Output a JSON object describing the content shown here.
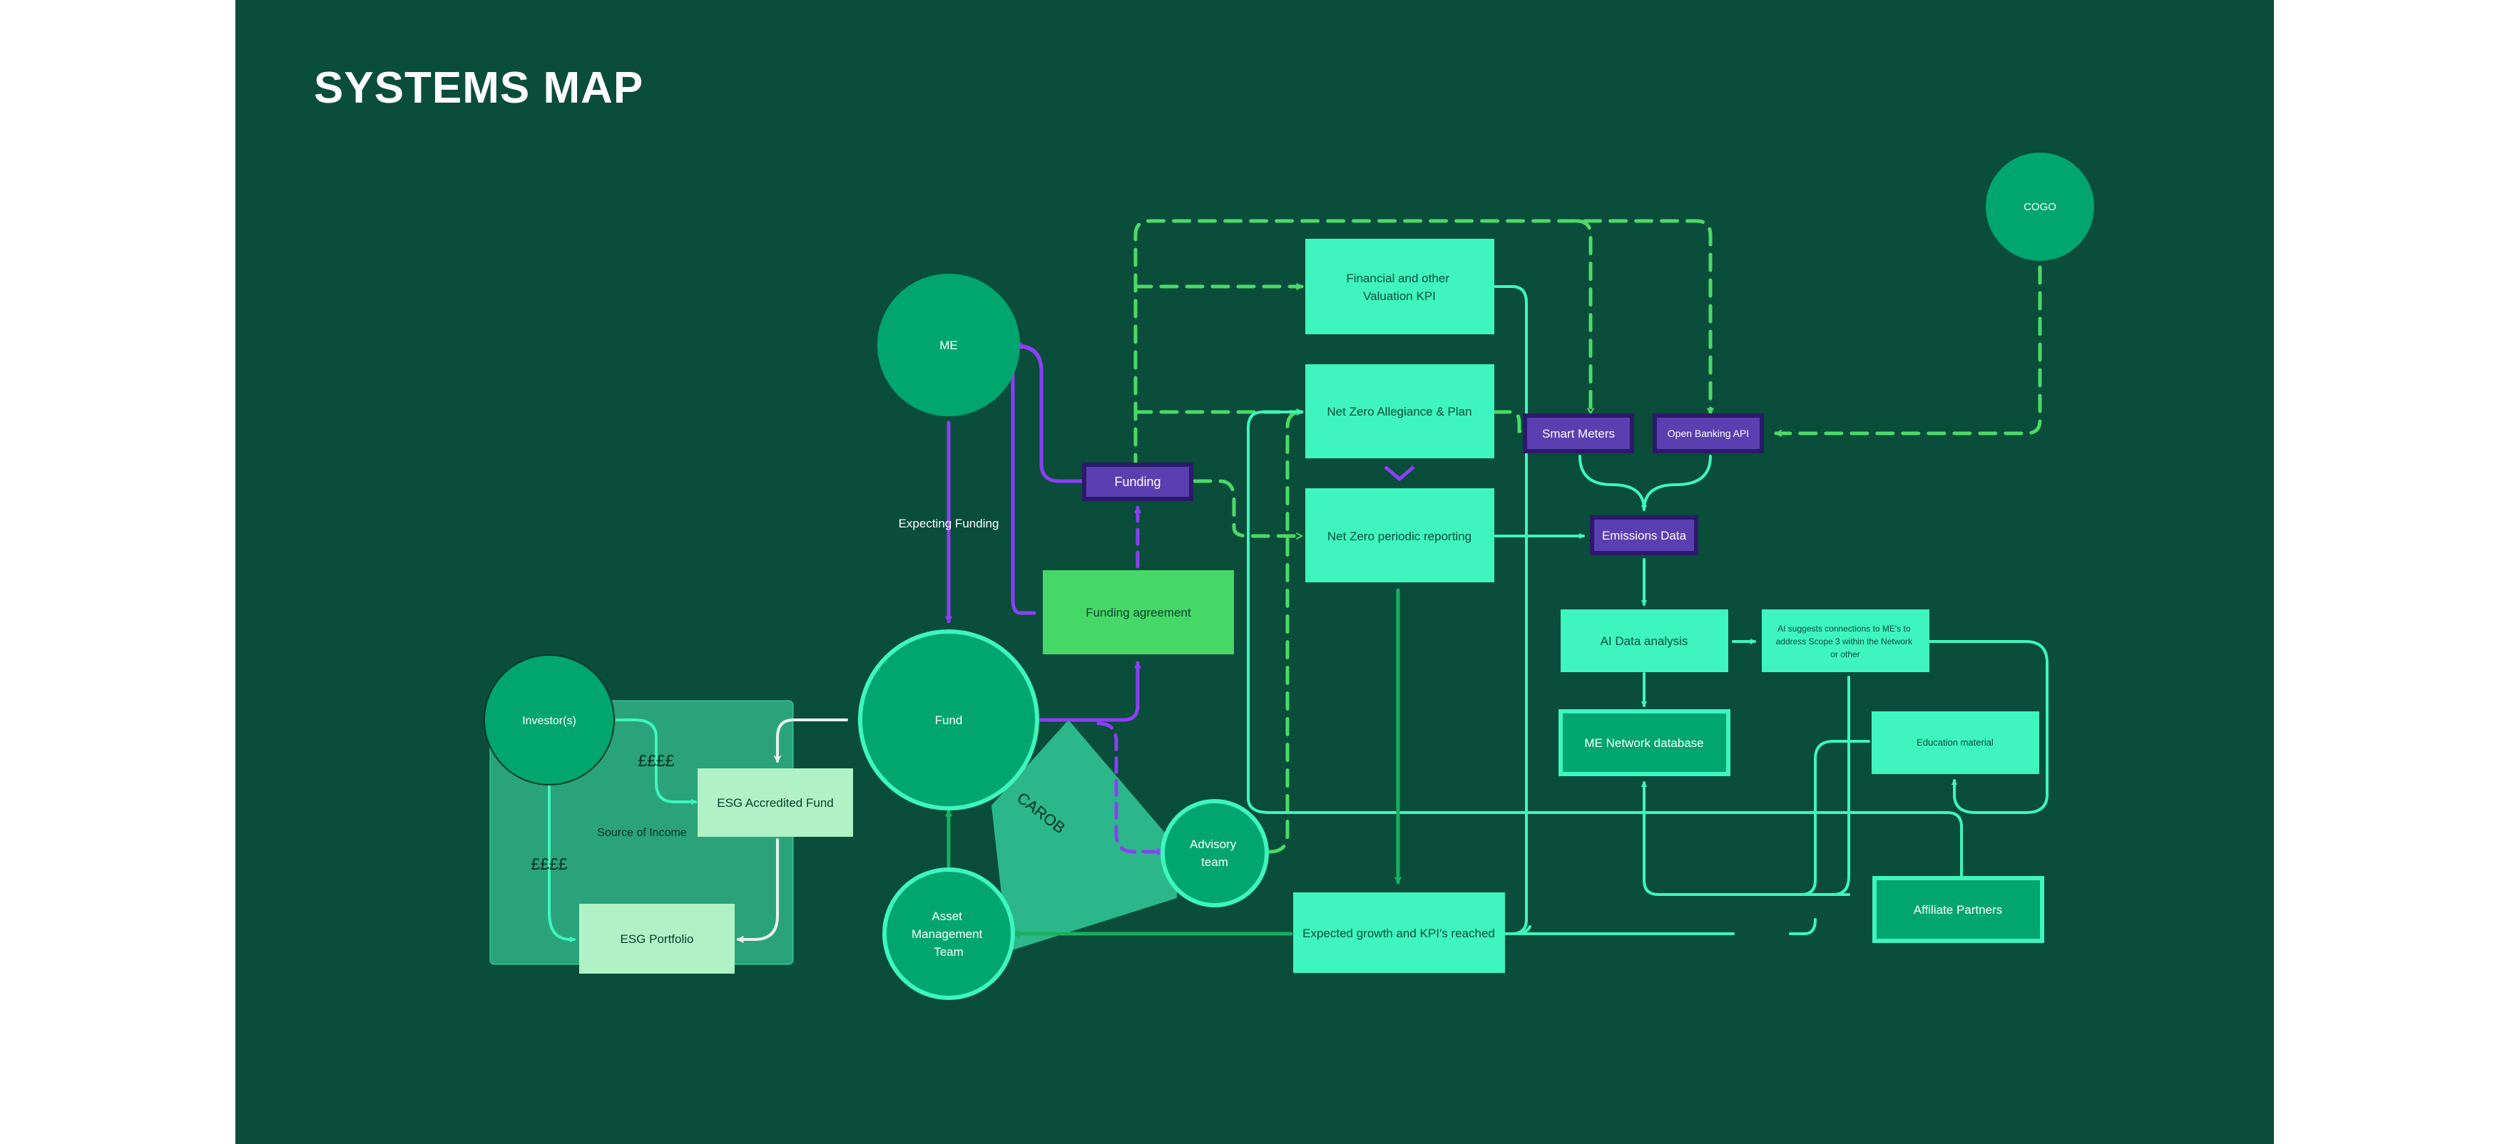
{
  "title": "SYSTEMS MAP",
  "colors": {
    "background": "#0a4d3a",
    "page": "#ffffff",
    "mint": "#3ef5be",
    "circle_green": "#00a66e",
    "circle_stroke": "#3ef5be",
    "purple": "#5a3fb0",
    "purple_stroke": "#2b1a6b",
    "purple_arrow": "#8b3ff5",
    "light_green_box": "#b0f2c5",
    "funding_agreement": "#46d866",
    "region_fill": "#2aa37a",
    "dashed_green": "#4cd968",
    "solid_mint_line": "#3ef5be",
    "dark_green_line": "#18b060",
    "white_line": "#e8f0ea"
  },
  "nodes": {
    "me": "ME",
    "cogo": "COGO",
    "fund": "Fund",
    "investors": "Investor(s)",
    "asset_management_team": [
      "Asset",
      "Management",
      "Team"
    ],
    "advisory_team": [
      "Advisory",
      "team"
    ],
    "funding": "Funding",
    "funding_agreement": "Funding agreement",
    "esg_accredited_fund": "ESG Accredited Fund",
    "esg_portfolio": "ESG Portfolio",
    "financial_kpi": [
      "Financial and other",
      "Valuation KPI"
    ],
    "net_zero_allegiance": "Net Zero Allegiance & Plan",
    "net_zero_reporting": "Net Zero periodic reporting",
    "smart_meters": "Smart Meters",
    "open_banking_api": "Open Banking API",
    "emissions_data": "Emissions Data",
    "ai_data_analysis": "AI Data analysis",
    "ai_suggests": [
      "AI suggests connections to ME's to",
      "address Scope 3 within the Network",
      "or other"
    ],
    "me_network_database": "ME Network database",
    "education_material": "Education material",
    "affiliate_partners": "Affiliate Partners",
    "expected_growth": "Expected growth and KPI's reached"
  },
  "labels": {
    "expecting_funding": "Expecting Funding",
    "currency_1": "££££",
    "currency_2": "££££",
    "source_of_income": "Source of Income",
    "carob": "CAROB"
  }
}
